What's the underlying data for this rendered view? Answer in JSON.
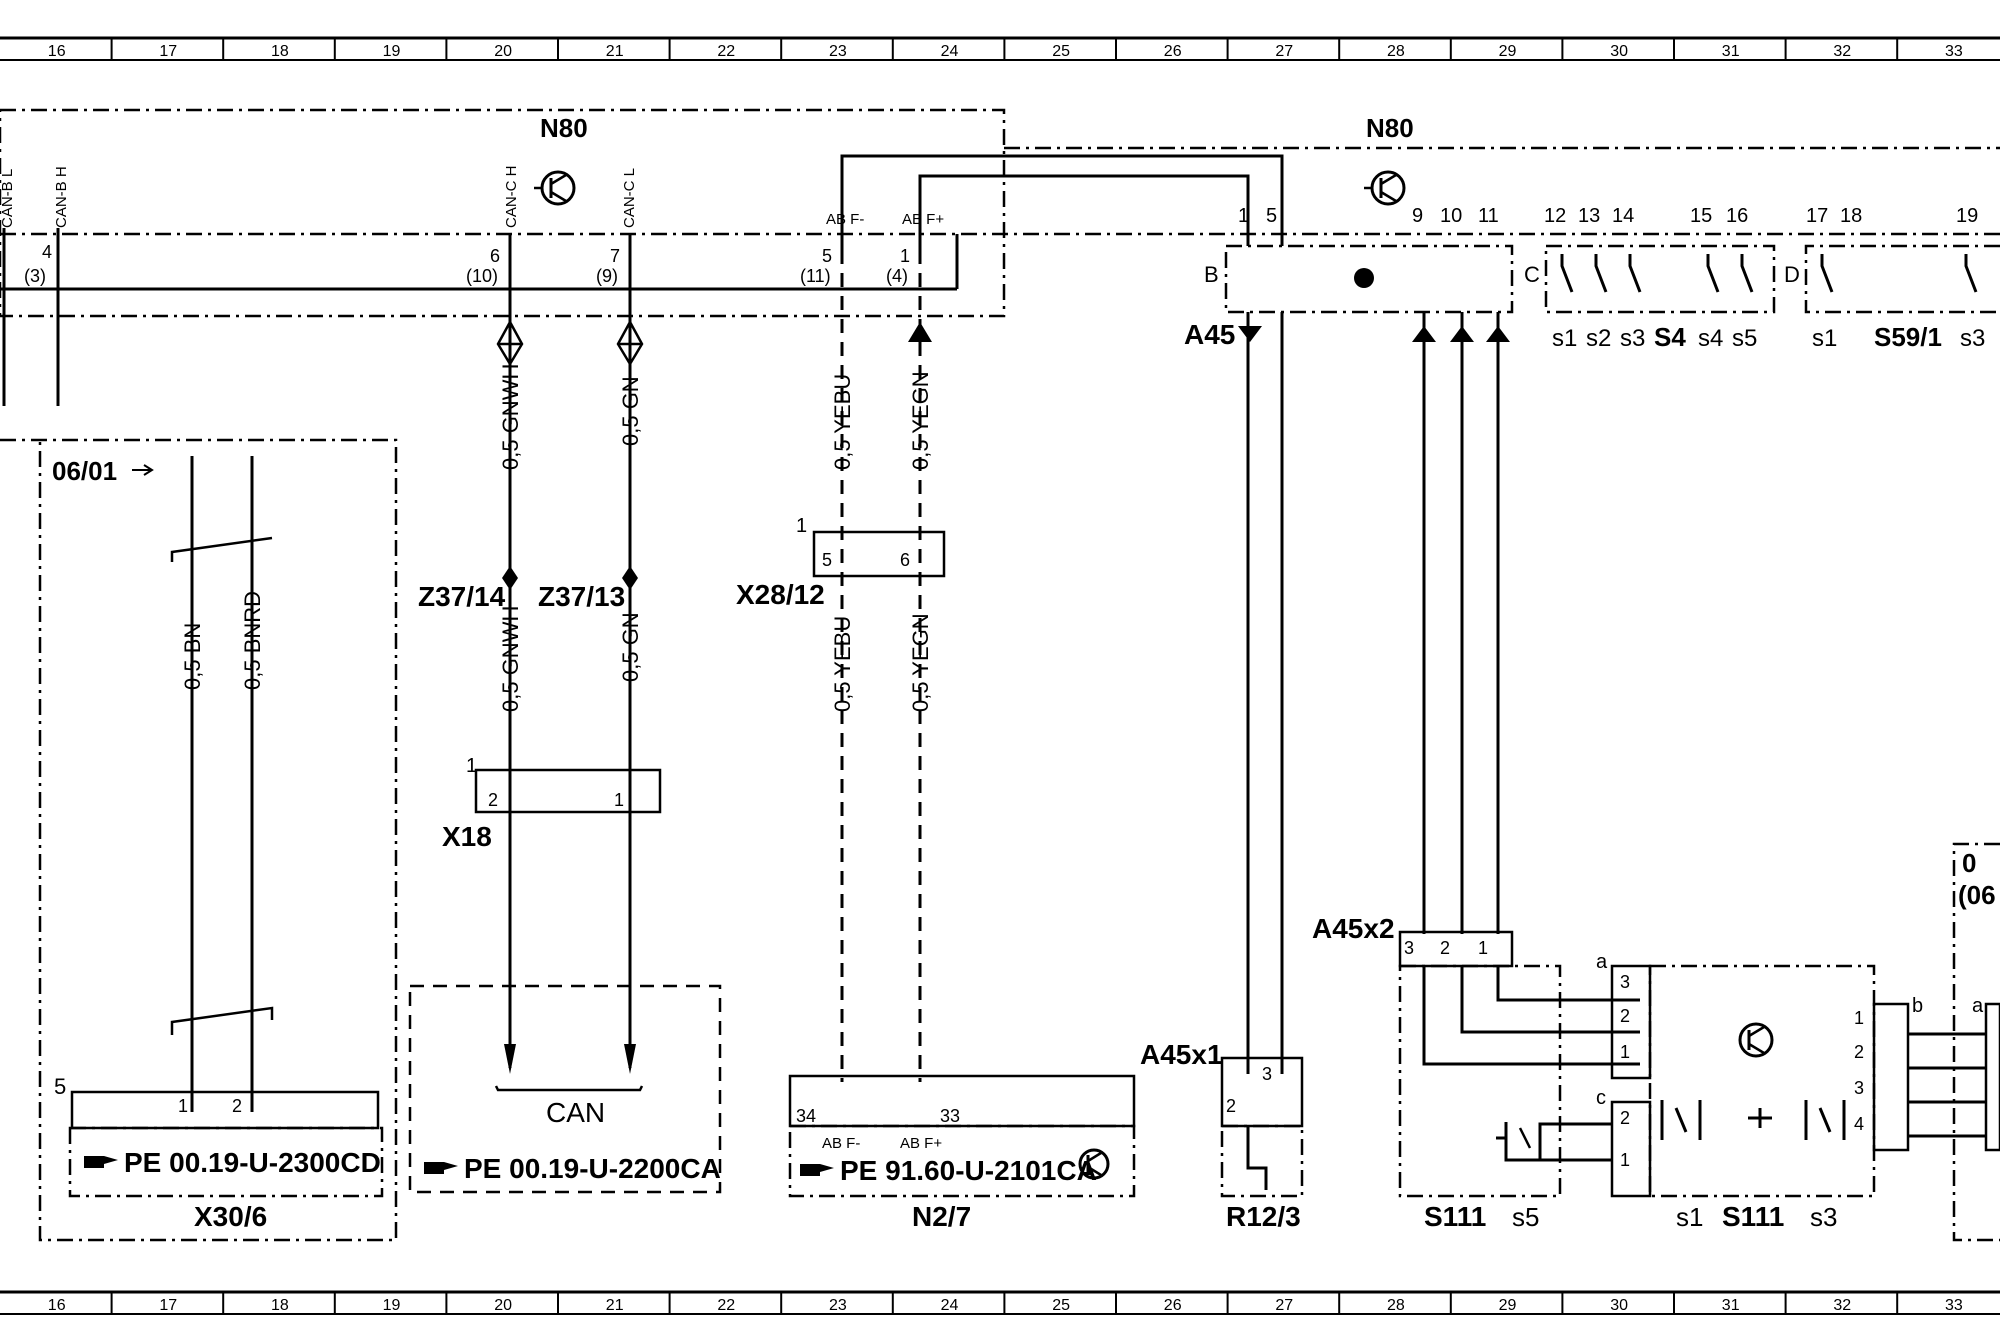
{
  "grid": {
    "columns": [
      "16",
      "17",
      "18",
      "19",
      "20",
      "21",
      "22",
      "23",
      "24",
      "25",
      "26",
      "27",
      "28",
      "29",
      "30",
      "31",
      "32",
      "33"
    ]
  },
  "components": {
    "n80_left": "N80",
    "n80_right": "N80",
    "a45": "A45",
    "a45x1": "A45x1",
    "a45x2": "A45x2",
    "r12_3": "R12/3",
    "s111_left": "S111",
    "s111_right": "S111",
    "s4": "S4",
    "s59_1": "S59/1",
    "x18": "X18",
    "x28_12": "X28/12",
    "z37_14": "Z37/14",
    "z37_13": "Z37/13",
    "x30_6": "X30/6",
    "n2_7": "N2/7",
    "can": "CAN"
  },
  "signals": {
    "can_b_l": "CAN-B L",
    "can_b_h": "CAN-B H",
    "can_c_h": "CAN-C H",
    "can_c_l": "CAN-C L",
    "ab_f_minus": "AB F-",
    "ab_f_plus": "AB F+"
  },
  "wires": {
    "w_05_bn": "0,5 BN",
    "w_05_bnrd": "0,5 BNRD",
    "w_05_gnwh": "0,5 GNWH",
    "w_05_gn": "0,5 GN",
    "w_05_yebu": "0,5 YEBU",
    "w_05_yegn": "0,5 YEGN"
  },
  "references": {
    "x30_6": "PE 00.19-U-2300CD",
    "can": "PE 00.19-U-2200CA",
    "n2_7": "PE 91.60-U-2101CA",
    "page_ref": "06/01",
    "page_ref_right": "0",
    "page_ref_right2": "(06"
  },
  "pins": {
    "n80_4": "4",
    "n80_3": "(3)",
    "n80_6": "6",
    "n80_10": "(10)",
    "n80_7": "7",
    "n80_9": "(9)",
    "n80_5": "5",
    "n80_11": "(11)",
    "n80_1": "1",
    "n80_4b": "(4)",
    "bus_1": "1",
    "bus_5": "5",
    "bus_9": "9",
    "bus_10": "10",
    "bus_11": "11",
    "bus_12": "12",
    "bus_13": "13",
    "bus_14": "14",
    "bus_15": "15",
    "bus_16": "16",
    "bus_17": "17",
    "bus_18": "18",
    "bus_19": "19",
    "conn_b": "B",
    "conn_c": "C",
    "conn_d": "D",
    "x28_1": "1",
    "x28_5": "5",
    "x28_6": "6",
    "x18_1a": "1",
    "x18_2": "2",
    "x18_1": "1",
    "x30_5": "5",
    "x30_1": "1",
    "x30_2": "2",
    "n27_34": "34",
    "n27_33": "33",
    "a45x1_2": "2",
    "a45x1_3": "3",
    "a45x2_3": "3",
    "a45x2_2": "2",
    "a45x2_1": "1",
    "s111_a": "a",
    "s111_c": "c",
    "s111_3": "3",
    "s111_2": "2",
    "s111_1": "1",
    "s111_c2": "2",
    "s111_c1": "1",
    "r_b": "b",
    "r_a": "a",
    "r_1": "1",
    "r_2": "2",
    "r_3": "3",
    "r_4": "4"
  },
  "switch_labels": {
    "s1": "s1",
    "s2": "s2",
    "s3": "s3",
    "s4": "s4",
    "s5": "s5",
    "s59_s1": "s1",
    "s59_s3": "s3",
    "s111_s5": "s5",
    "s111_s1": "s1",
    "s111_s3": "s3"
  },
  "icons": {
    "transistor": "transistor-icon",
    "reference": "reference-hand-icon"
  }
}
